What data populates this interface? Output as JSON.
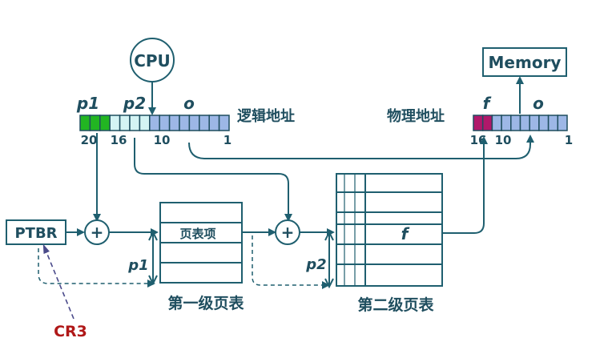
{
  "cpu": {
    "label": "CPU"
  },
  "memory": {
    "label": "Memory"
  },
  "logical_address": {
    "label": "逻辑地址",
    "fields": {
      "p1": "p1",
      "p2": "p2",
      "o": "o"
    },
    "bits": [
      "20",
      "16",
      "10",
      "1"
    ],
    "colors": {
      "p1": "#22b522",
      "p2": "#d4f4f4",
      "o": "#9db7e6"
    }
  },
  "physical_address": {
    "label": "物理地址",
    "fields": {
      "f": "f",
      "o": "o"
    },
    "bits": [
      "16",
      "10",
      "1"
    ],
    "colors": {
      "f": "#b0186a",
      "o": "#9db7e6"
    }
  },
  "ptbr": {
    "label": "PTBR"
  },
  "adder": {
    "symbol": "+"
  },
  "first_level_table": {
    "entry_label": "页表项",
    "caption": "第一级页表",
    "offset_label": "p1"
  },
  "second_level_table": {
    "entry_label": "f",
    "caption": "第二级页表",
    "offset_label": "p2"
  },
  "cr3": {
    "label": "CR3",
    "color": "#b01818"
  }
}
